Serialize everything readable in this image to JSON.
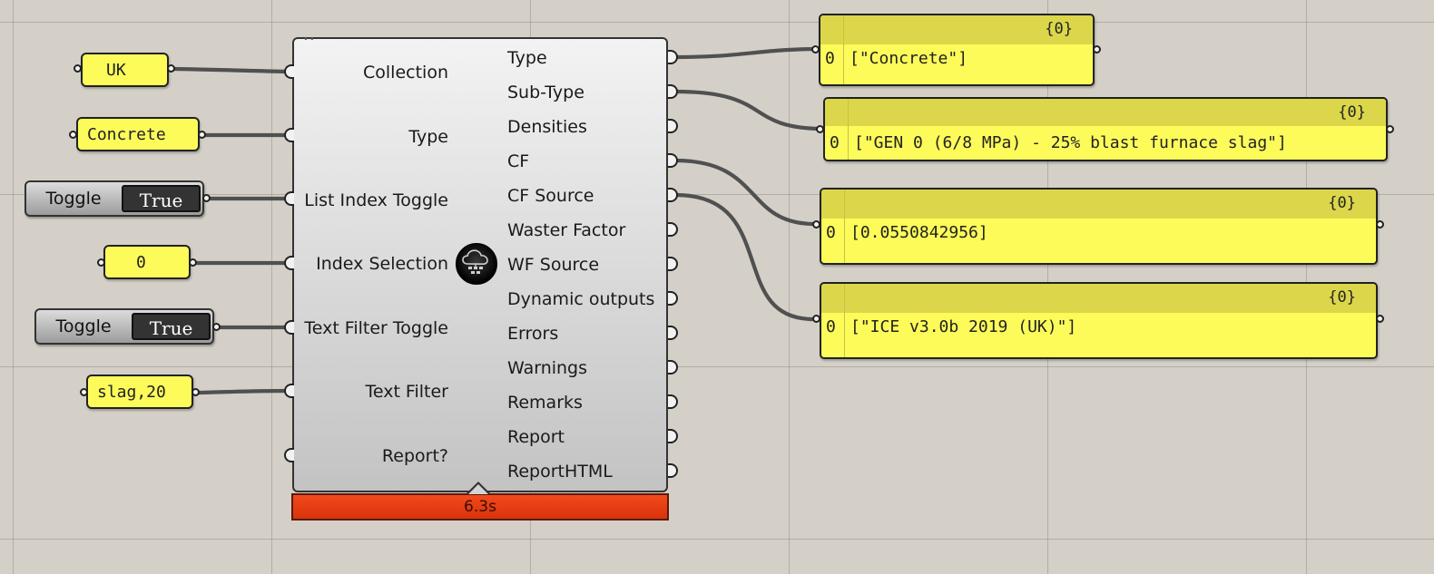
{
  "canvas": {
    "colors": {
      "background": "#d4d0c8",
      "panel": "#fdfb5a",
      "panel_header": "#dcd64a",
      "wire": "#505050",
      "status_error": "#e23b12"
    }
  },
  "inputs": {
    "collection_panel": "UK",
    "type_panel": "Concrete",
    "list_index_toggle": {
      "label": "Toggle",
      "value": "True"
    },
    "index_selection_panel": "0",
    "text_filter_toggle": {
      "label": "Toggle",
      "value": "True"
    },
    "text_filter_panel": "slag,20"
  },
  "component": {
    "icon": "cloud-database-icon",
    "inputs": [
      "Collection",
      "Type",
      "List Index Toggle",
      "Index Selection",
      "Text Filter Toggle",
      "Text Filter",
      "Report?"
    ],
    "outputs": [
      "Type",
      "Sub-Type",
      "Densities",
      "CF",
      "CF Source",
      "Waster Factor",
      "WF Source",
      "Dynamic outputs",
      "Errors",
      "Warnings",
      "Remarks",
      "Report",
      "ReportHTML"
    ],
    "runtime": "6.3s"
  },
  "outputs": [
    {
      "path": "{0}",
      "index": "0",
      "value": "[\"Concrete\"]"
    },
    {
      "path": "{0}",
      "index": "0",
      "value": "[\"GEN 0 (6/8 MPa) - 25% blast furnace slag\"]"
    },
    {
      "path": "{0}",
      "index": "0",
      "value": "[0.0550842956]"
    },
    {
      "path": "{0}",
      "index": "0",
      "value": "[\"ICE v3.0b 2019 (UK)\"]"
    }
  ]
}
